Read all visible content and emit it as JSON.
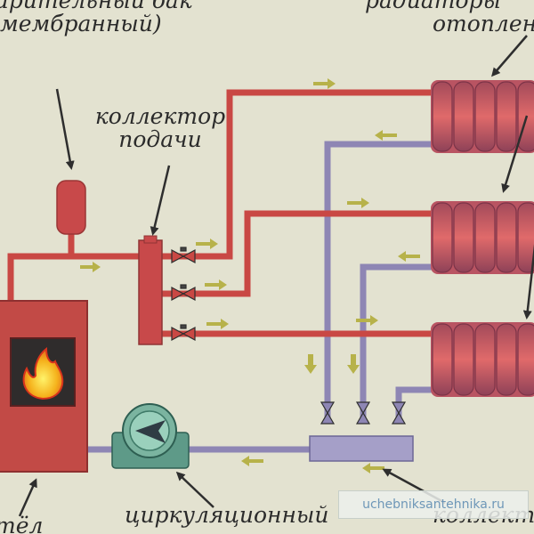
{
  "labels": {
    "expansion_tank": [
      "ширительный бак",
      "мембранный)"
    ],
    "supply_collector": [
      "коллектор",
      "подачи"
    ],
    "heating": [
      "радиаторы",
      "отоплен"
    ],
    "pump": "циркуляционный",
    "boiler": "тёл",
    "return_collector": "коллект"
  },
  "watermark": "uchebniksantehnika.ru",
  "colors": {
    "background": "#e3e2d0",
    "supply_pipe": "#c94844",
    "return_pipe": "#8e86b4",
    "arrow": "#b7b24a",
    "boiler": "#c24a46",
    "pump": "#5e9a88"
  }
}
